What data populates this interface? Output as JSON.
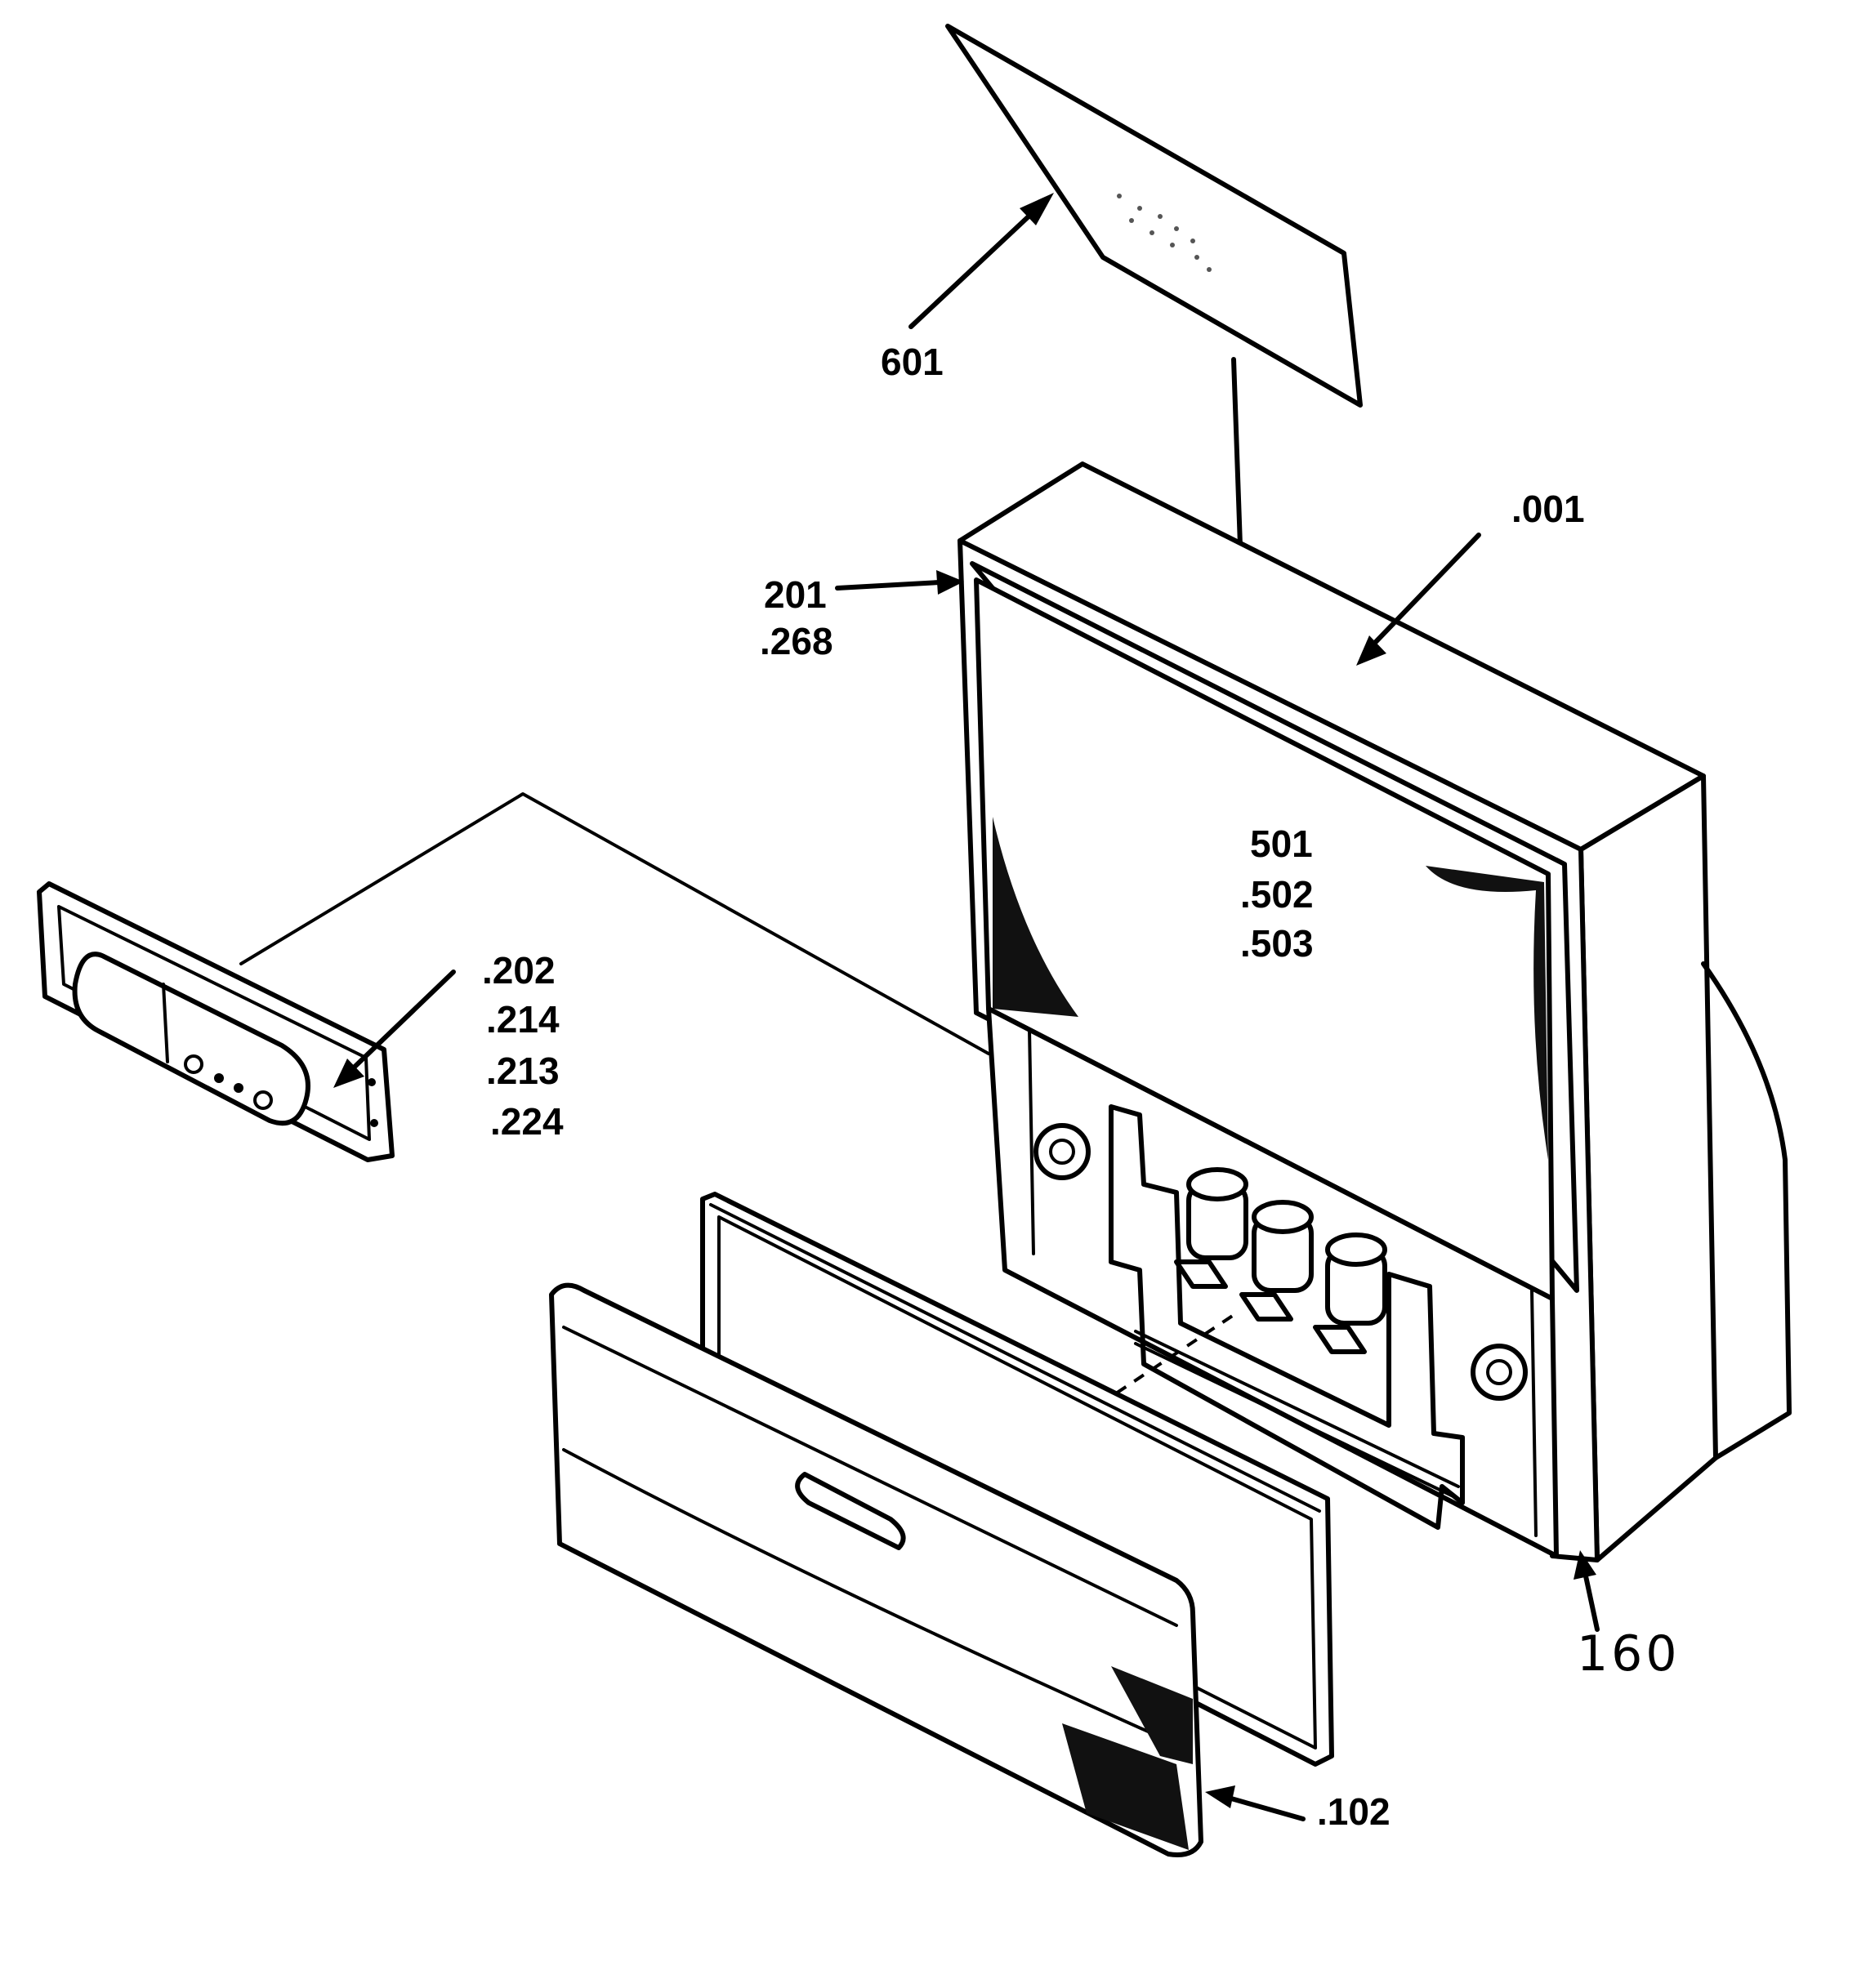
{
  "labels": {
    "l601": "601",
    "l001": ".001",
    "l201": "201",
    "l268": ".268",
    "l501": "501",
    "l502": ".502",
    "l503": ".503",
    "l202": ".202",
    "l214": ".214",
    "l213": ".213",
    "l224": ".224",
    "l102": ".102",
    "l160": "160"
  },
  "colors": {
    "line": "#000000",
    "background": "#ffffff"
  }
}
